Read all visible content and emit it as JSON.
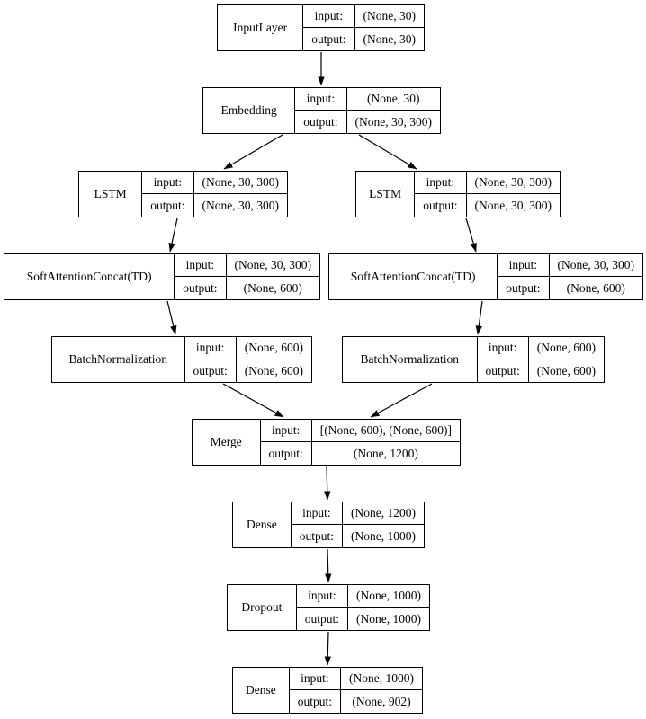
{
  "diagram": {
    "title": "Keras model architecture graph",
    "background_color": "#ffffff",
    "line_color": "#000000",
    "io_labels": {
      "input": "input:",
      "output": "output:"
    },
    "nodes": [
      {
        "id": "input-layer",
        "name": "InputLayer",
        "input_shape": "(None, 30)",
        "output_shape": "(None, 30)"
      },
      {
        "id": "embedding",
        "name": "Embedding",
        "input_shape": "(None, 30)",
        "output_shape": "(None, 30, 300)"
      },
      {
        "id": "lstm-left",
        "name": "LSTM",
        "input_shape": "(None, 30, 300)",
        "output_shape": "(None, 30, 300)"
      },
      {
        "id": "lstm-right",
        "name": "LSTM",
        "input_shape": "(None, 30, 300)",
        "output_shape": "(None, 30, 300)"
      },
      {
        "id": "attention-left",
        "name": "SoftAttentionConcat(TD)",
        "input_shape": "(None, 30, 300)",
        "output_shape": "(None, 600)"
      },
      {
        "id": "attention-right",
        "name": "SoftAttentionConcat(TD)",
        "input_shape": "(None, 30, 300)",
        "output_shape": "(None, 600)"
      },
      {
        "id": "batchnorm-left",
        "name": "BatchNormalization",
        "input_shape": "(None, 600)",
        "output_shape": "(None, 600)"
      },
      {
        "id": "batchnorm-right",
        "name": "BatchNormalization",
        "input_shape": "(None, 600)",
        "output_shape": "(None, 600)"
      },
      {
        "id": "merge",
        "name": "Merge",
        "input_shape": "[(None, 600), (None, 600)]",
        "output_shape": "(None, 1200)"
      },
      {
        "id": "dense-1",
        "name": "Dense",
        "input_shape": "(None, 1200)",
        "output_shape": "(None, 1000)"
      },
      {
        "id": "dropout",
        "name": "Dropout",
        "input_shape": "(None, 1000)",
        "output_shape": "(None, 1000)"
      },
      {
        "id": "dense-2",
        "name": "Dense",
        "input_shape": "(None, 1000)",
        "output_shape": "(None, 902)"
      }
    ],
    "edges": [
      {
        "from": "input-layer",
        "to": "embedding"
      },
      {
        "from": "embedding",
        "to": "lstm-left"
      },
      {
        "from": "embedding",
        "to": "lstm-right"
      },
      {
        "from": "lstm-left",
        "to": "attention-left"
      },
      {
        "from": "lstm-right",
        "to": "attention-right"
      },
      {
        "from": "attention-left",
        "to": "batchnorm-left"
      },
      {
        "from": "attention-right",
        "to": "batchnorm-right"
      },
      {
        "from": "batchnorm-left",
        "to": "merge"
      },
      {
        "from": "batchnorm-right",
        "to": "merge"
      },
      {
        "from": "merge",
        "to": "dense-1"
      },
      {
        "from": "dense-1",
        "to": "dropout"
      },
      {
        "from": "dropout",
        "to": "dense-2"
      }
    ]
  }
}
